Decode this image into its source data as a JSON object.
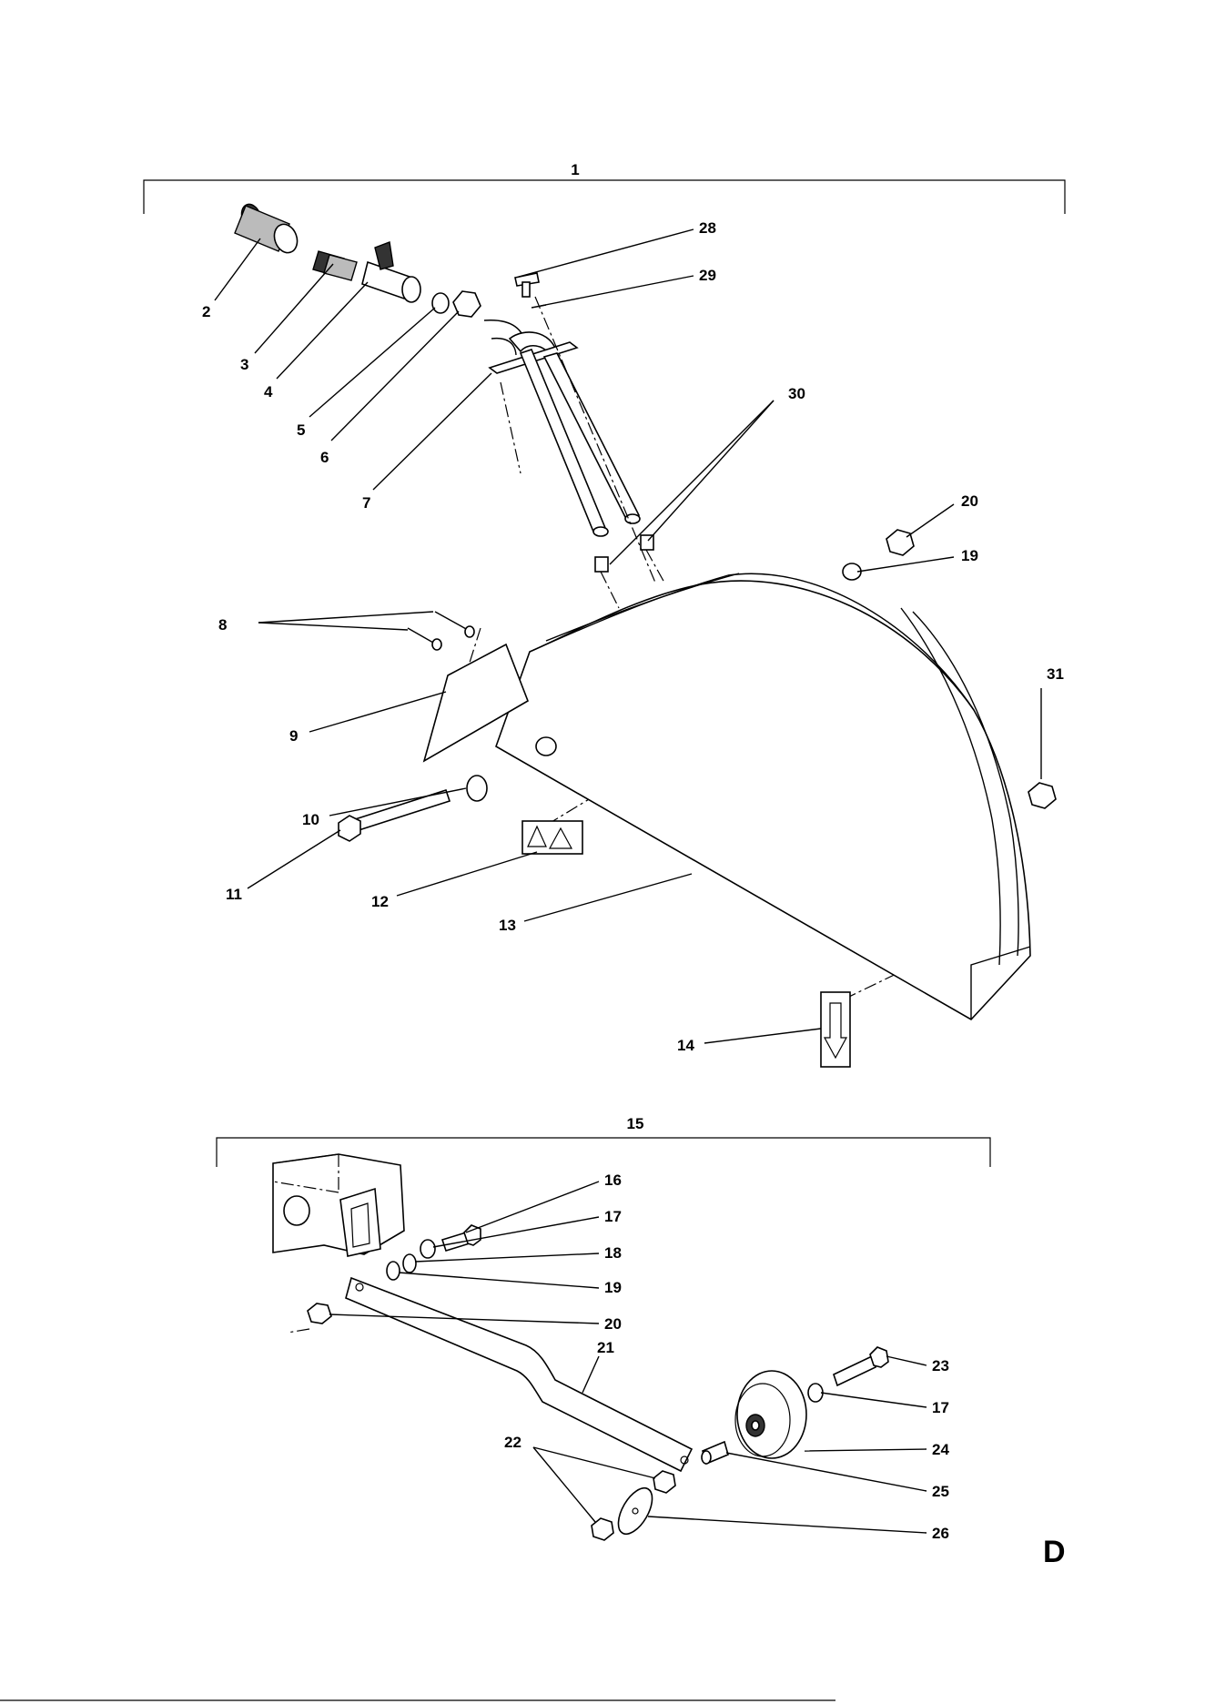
{
  "page_label": "D",
  "groups": [
    {
      "id": "1",
      "label": "1"
    },
    {
      "id": "15",
      "label": "15"
    }
  ],
  "callouts": [
    "2",
    "3",
    "4",
    "5",
    "6",
    "7",
    "28",
    "29",
    "30",
    "20",
    "19",
    "8",
    "9",
    "31",
    "10",
    "11",
    "12",
    "13",
    "14",
    "16",
    "17",
    "18",
    "19",
    "20",
    "21",
    "23",
    "17",
    "24",
    "25",
    "22",
    "26"
  ]
}
